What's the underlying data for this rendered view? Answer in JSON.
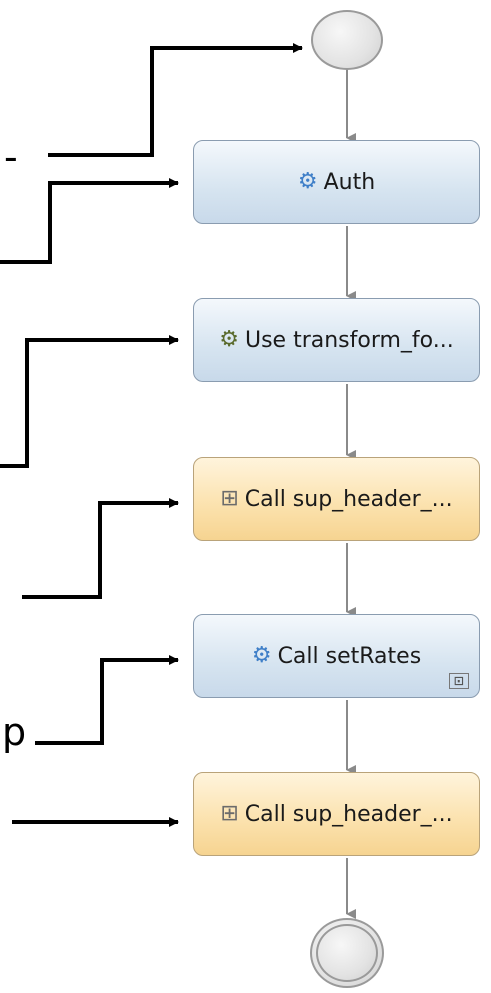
{
  "start_node": {
    "icon": "circle-start-icon"
  },
  "end_node": {
    "icon": "circle-end-icon"
  },
  "nodes": [
    {
      "label": "Auth",
      "icon": "gear-icon",
      "color": "#d6e4f0"
    },
    {
      "label": "Use transform_fo...",
      "icon": "transform-icon",
      "color": "#d6e4f0"
    },
    {
      "label": "Call sup_header_...",
      "icon": "invoke-icon",
      "color": "#fbe1ac"
    },
    {
      "label": "Call setRates",
      "icon": "gear-icon",
      "color": "#d6e4f0",
      "badge_icon": "map-icon"
    },
    {
      "label": "Call sup_header_...",
      "icon": "invoke-icon",
      "color": "#fbe1ac"
    }
  ],
  "cut_text": {
    "top": "-",
    "bottom": "p"
  },
  "colors": {
    "connector": "#8a8a8a",
    "callout_arrow": "#000000",
    "blue_box": "#d6e4f0",
    "orange_box": "#fbe1ac"
  }
}
